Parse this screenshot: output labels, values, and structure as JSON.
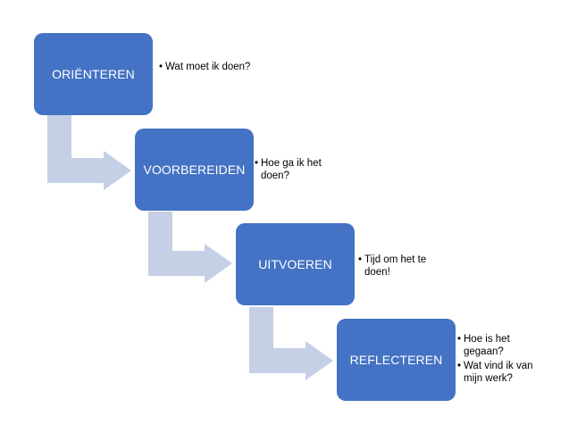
{
  "colors": {
    "box": "#4472c4",
    "box_text": "#ffffff",
    "arrow": "#c5cfe6"
  },
  "steps": [
    {
      "label": "ORIËNTEREN",
      "notes": [
        "Wat moet ik doen?"
      ]
    },
    {
      "label": "VOORBEREIDEN",
      "notes": [
        "Hoe ga ik het doen?"
      ]
    },
    {
      "label": "UITVOEREN",
      "notes": [
        "Tijd om het te doen!"
      ]
    },
    {
      "label": "REFLECTEREN",
      "notes": [
        "Hoe is het gegaan?",
        "Wat vind ik van mijn werk?"
      ]
    }
  ]
}
